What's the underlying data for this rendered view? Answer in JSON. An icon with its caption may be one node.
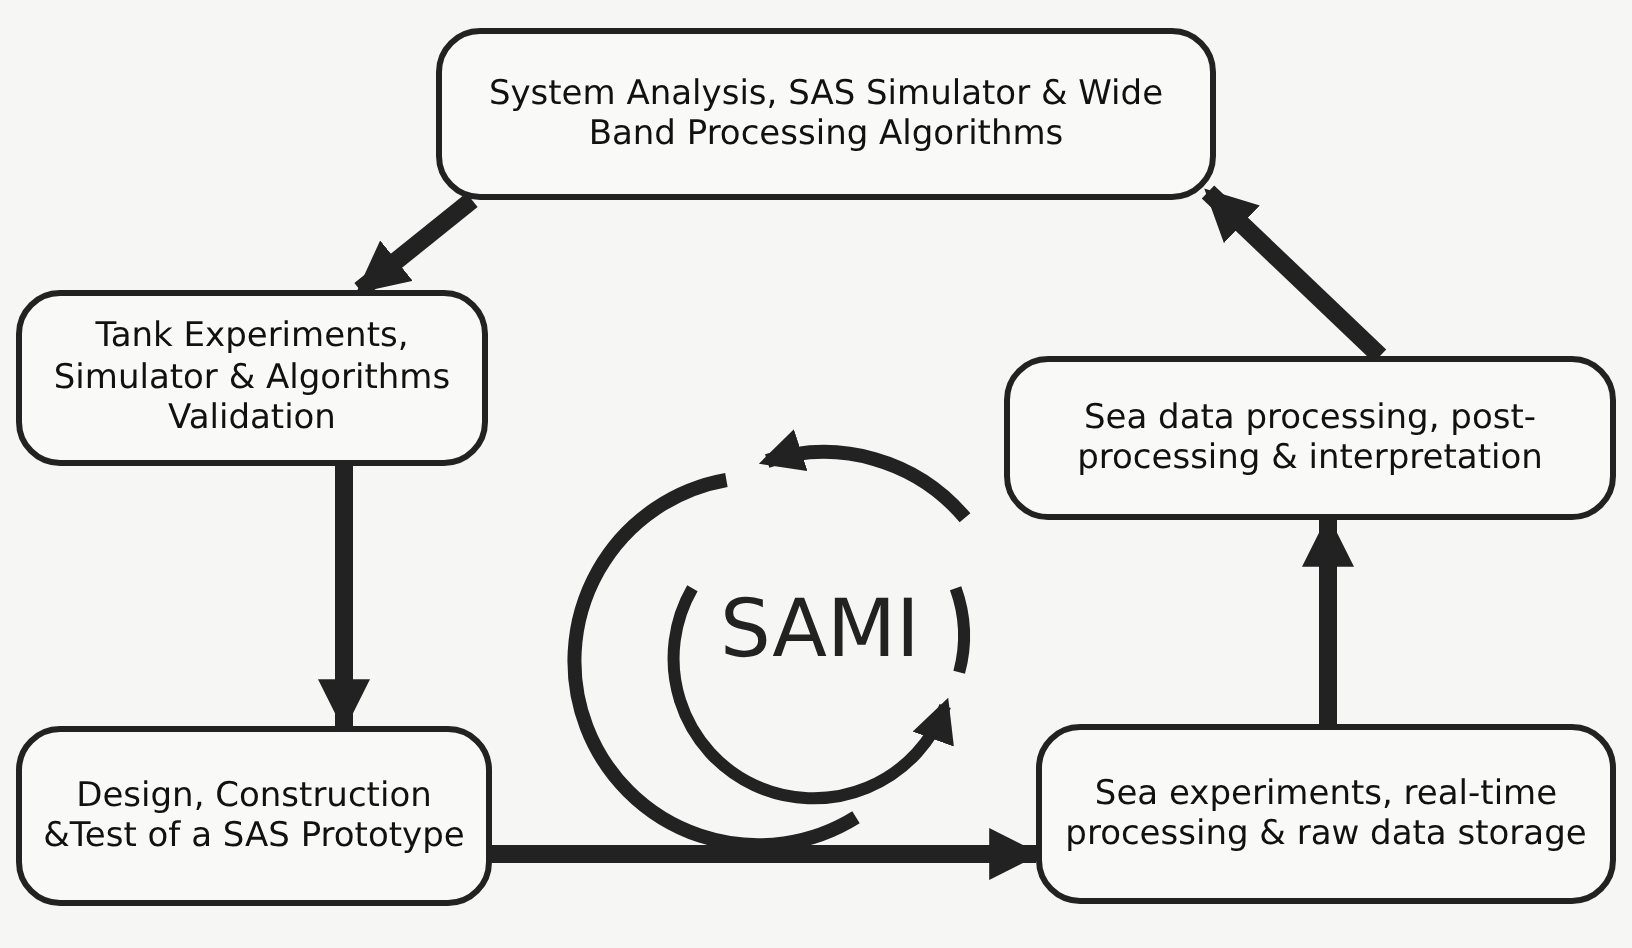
{
  "diagram": {
    "nodes": [
      {
        "text": [
          "System Analysis, SAS Simulator & Wide Band Processing Algorithms"
        ]
      },
      {
        "text": [
          "Tank Experiments, Simulator & Algorithms Validation"
        ]
      },
      {
        "text": [
          "Sea data processing, post-processing & interpretation"
        ]
      },
      {
        "text": [
          "Design, Construction &Test of a SAS Prototype"
        ]
      },
      {
        "text": [
          "Sea experiments, real-time processing & raw data storage"
        ]
      }
    ],
    "edges": [
      {
        "from": 0,
        "to": 1,
        "arrow": "to"
      },
      {
        "from": 1,
        "to": 3,
        "arrow": "to"
      },
      {
        "from": 3,
        "to": 4,
        "arrow": "to"
      },
      {
        "from": 4,
        "to": 2,
        "arrow": "to"
      },
      {
        "from": 2,
        "to": 0,
        "arrow": "to"
      }
    ],
    "labels": [
      "SAMI"
    ]
  }
}
